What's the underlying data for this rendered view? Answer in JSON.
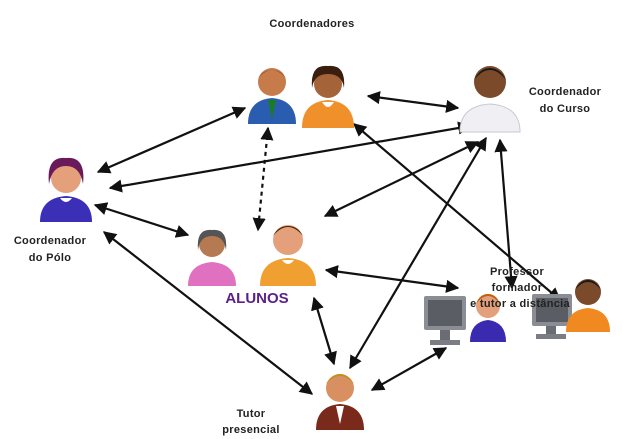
{
  "labels": {
    "coordenadores": "Coordenadores",
    "coordenador_curso_1": "Coordenador",
    "coordenador_curso_2": "do Curso",
    "coordenador_polo_1": "Coordenador",
    "coordenador_polo_2": "do Pólo",
    "alunos": "ALUNOS",
    "professor_1": "Professor",
    "professor_2": "formador",
    "professor_3": "e tutor a distância",
    "tutor_1": "Tutor",
    "tutor_2": "presencial"
  },
  "colors": {
    "alunos_text": "#5b1f8a",
    "arrow": "#111111"
  },
  "icons": [
    "person-blue-suit-icon",
    "person-orange-woman-icon",
    "person-white-shirt-icon",
    "person-purple-woman-icon",
    "person-pink-woman-icon",
    "person-orange-man-icon",
    "person-blue-woman-icon",
    "person-orange-shirt-icon",
    "person-brown-suit-icon",
    "computer-monitor-icon"
  ]
}
